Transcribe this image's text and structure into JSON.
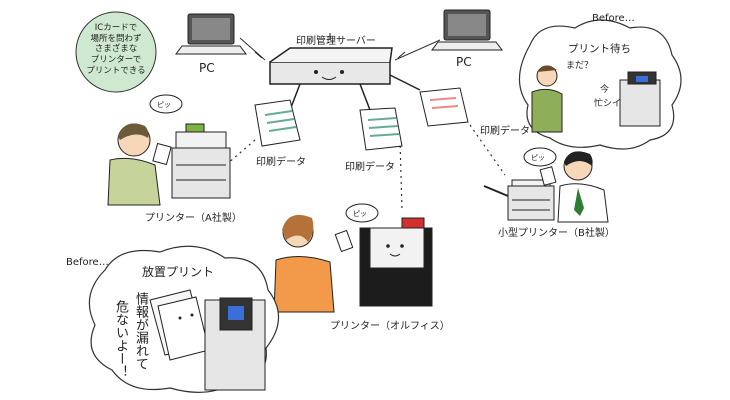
{
  "server": {
    "label": "印刷管理サーバー"
  },
  "pc_left": {
    "label": "PC"
  },
  "pc_right": {
    "label": "PC"
  },
  "ic_note": {
    "lines": [
      "ICカードで",
      "場所を問わず",
      "さまざまな",
      "プリンターで",
      "プリントできる"
    ]
  },
  "print_data": {
    "left": "印刷データ",
    "center": "印刷データ",
    "right": "印刷データ"
  },
  "printers": {
    "a": "プリンター（A社製）",
    "office": "プリンター（オルフィス）",
    "b": "小型プリンター（B社製）"
  },
  "sounds": {
    "beep": "ピッ"
  },
  "before_top": {
    "tag": "Before…",
    "wait": "プリント待ち",
    "mada": "まだ？",
    "busy": [
      "今",
      "忙シイ"
    ]
  },
  "before_bottom": {
    "tag": "Before…",
    "title": "放置プリント",
    "warning_col1": "情報が漏れて",
    "warning_col2": "危ないよー！"
  },
  "colors": {
    "line": "#333333",
    "note_bg": "#cfe8d0",
    "shirt_orange": "#f2994a",
    "suit_green": "#8fae5a",
    "tie_green": "#2e7d32",
    "printer_gray": "#e6e6e6"
  }
}
